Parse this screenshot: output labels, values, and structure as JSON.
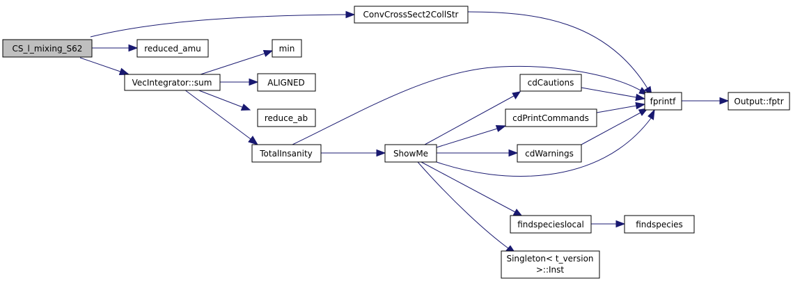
{
  "graph": {
    "colors": {
      "edge": "#191970",
      "root_fill": "#bfbfbf",
      "node_fill": "#ffffff",
      "node_border": "#000000"
    },
    "nodes": [
      {
        "id": "root",
        "lines": [
          "CS_l_mixing_S62"
        ]
      },
      {
        "id": "conv",
        "lines": [
          "ConvCrossSect2CollStr"
        ]
      },
      {
        "id": "reduced_amu",
        "lines": [
          "reduced_amu"
        ]
      },
      {
        "id": "vecint",
        "lines": [
          "VecIntegrator::sum"
        ]
      },
      {
        "id": "min",
        "lines": [
          "min"
        ]
      },
      {
        "id": "aligned",
        "lines": [
          "ALIGNED"
        ]
      },
      {
        "id": "reduce_ab",
        "lines": [
          "reduce_ab"
        ]
      },
      {
        "id": "totalinsanity",
        "lines": [
          "TotalInsanity"
        ]
      },
      {
        "id": "showme",
        "lines": [
          "ShowMe"
        ]
      },
      {
        "id": "cdcautions",
        "lines": [
          "cdCautions"
        ]
      },
      {
        "id": "cdprint",
        "lines": [
          "cdPrintCommands"
        ]
      },
      {
        "id": "cdwarnings",
        "lines": [
          "cdWarnings"
        ]
      },
      {
        "id": "fprintf",
        "lines": [
          "fprintf"
        ]
      },
      {
        "id": "outputfptr",
        "lines": [
          "Output::fptr"
        ]
      },
      {
        "id": "findlocal",
        "lines": [
          "findspecieslocal"
        ]
      },
      {
        "id": "findspecies",
        "lines": [
          "findspecies"
        ]
      },
      {
        "id": "singleton",
        "lines": [
          "Singleton< t_version",
          ">::Inst"
        ]
      }
    ]
  }
}
